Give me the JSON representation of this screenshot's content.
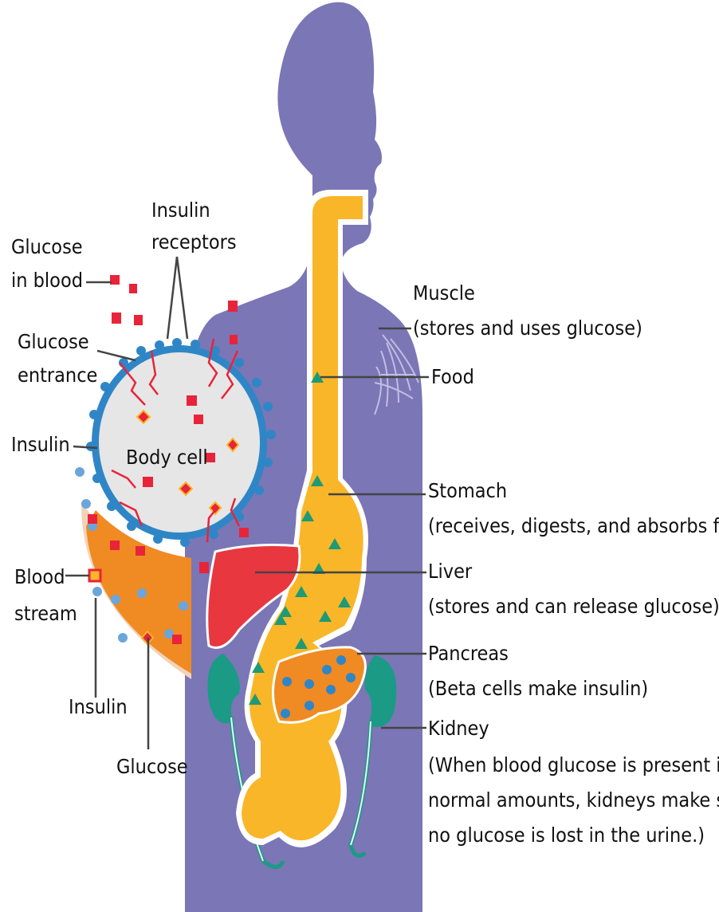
{
  "labels": {
    "insulin_receptors": [
      "Insulin",
      "receptors"
    ],
    "glucose_in_blood": [
      "Glucose",
      "in blood"
    ],
    "glucose_entrance": [
      "Glucose",
      "entrance"
    ],
    "insulin_cell": "Insulin",
    "body_cell": "Body cell",
    "blood_stream": [
      "Blood",
      "stream"
    ],
    "insulin_stream": "Insulin",
    "glucose_stream": "Glucose",
    "muscle": [
      "Muscle",
      "(stores and uses glucose)"
    ],
    "food": "Food",
    "stomach": [
      "Stomach",
      "(receives, digests, and absorbs food)"
    ],
    "liver": [
      "Liver",
      "(stores and can release glucose)"
    ],
    "pancreas": [
      "Pancreas",
      "(Beta cells make insulin)"
    ],
    "kidney": [
      "Kidney",
      "(When blood glucose is present in",
      "normal amounts, kidneys make sure",
      "no glucose is lost in the urine.)"
    ]
  },
  "colors": {
    "body": "#7b76b6",
    "digestive_tract": "#f9b628",
    "liver": "#e8373f",
    "pancreas": "#f08a23",
    "kidney": "#1b9a86",
    "cell_fill": "#e6e6e6",
    "receptor": "#2f86c7",
    "glucose": "#e8243a",
    "food_particle": "#1e9a76",
    "blood_vessel": "#f08a23",
    "vessel_wall": "#f3d3b8"
  }
}
